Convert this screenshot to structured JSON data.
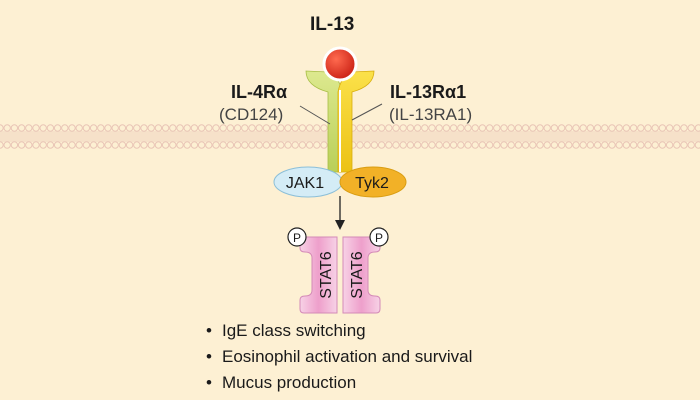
{
  "ligand": {
    "name": "IL-13",
    "color": "#e02a1f"
  },
  "receptor_left": {
    "name": "IL-4Rα",
    "alias": "(CD124)",
    "color_top": "#dde98f",
    "color_bottom": "#b9cf58"
  },
  "receptor_right": {
    "name": "IL-13Rα1",
    "alias": "(IL-13RA1)",
    "color_top": "#fbe14a",
    "color_bottom": "#ecc214"
  },
  "kinases": [
    {
      "name": "JAK1",
      "color": "#d4ecf6"
    },
    {
      "name": "Tyk2",
      "color": "#f2b127"
    }
  ],
  "stat": {
    "label": "STAT6",
    "phospho_label": "P",
    "color": "#f2b8d9"
  },
  "outcomes": [
    "IgE class switching",
    "Eosinophil activation and survival",
    "Mucus production"
  ],
  "colors": {
    "background": "#fdf0d3",
    "membrane": "#e9c5b6"
  }
}
